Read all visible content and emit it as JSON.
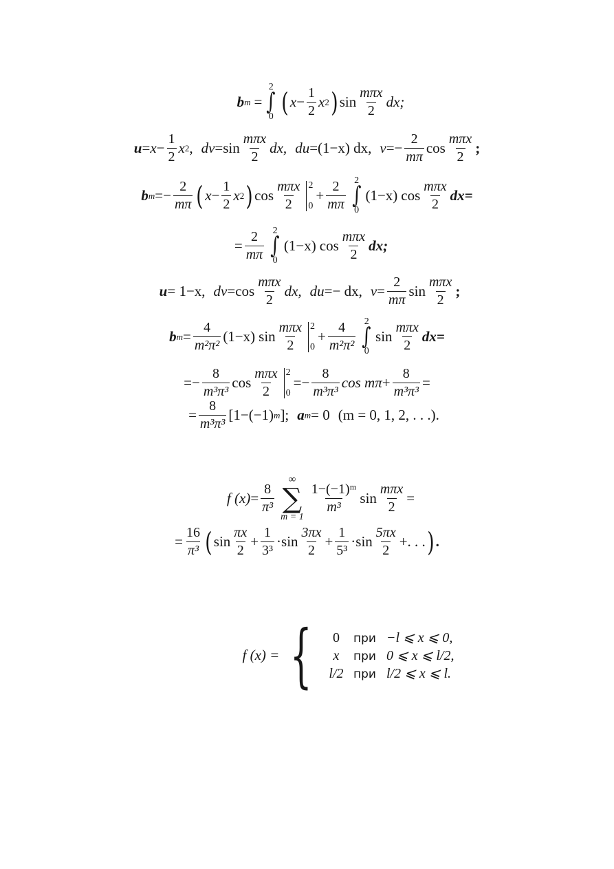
{
  "eq1": {
    "lhs": "b",
    "lhs_sub": "m",
    "eq": "=",
    "int_upper": "2",
    "int_lower": "0",
    "x1": "x",
    "minus": "−",
    "half_num": "1",
    "half_den": "2",
    "x2": "x",
    "x2_sup": "2",
    "sin": "sin",
    "frac_num": "mπx",
    "frac_den": "2",
    "dx": "dx;"
  },
  "eq2": {
    "u": "u",
    "eq": "=",
    "x": "x",
    "minus": "−",
    "half_num": "1",
    "half_den": "2",
    "x2": "x",
    "x2_sup": "2",
    "comma": ",",
    "dv": "dv",
    "sin": "sin",
    "frac1_num": "mπx",
    "frac1_den": "2",
    "dx": "dx,",
    "du": "du",
    "du_rhs": "(1−x) dx,",
    "vv": "v",
    "v_eq": "=−",
    "frac2_num": "2",
    "frac2_den": "mπ",
    "cos": "cos",
    "frac3_num": "mπx",
    "frac3_den": "2",
    "end": ";"
  },
  "eq3": {
    "lhs": "b",
    "lhs_sub": "m",
    "eq": "=−",
    "frac1_num": "2",
    "frac1_den": "mπ",
    "x": "x",
    "minus": "−",
    "half_num": "1",
    "half_den": "2",
    "x2": "x",
    "x2_sup": "2",
    "cos1": "cos",
    "frac2_num": "mπx",
    "frac2_den": "2",
    "subst_hi": "2",
    "subst_lo": "0",
    "plus": "+",
    "frac3_num": "2",
    "frac3_den": "mπ",
    "int_upper": "2",
    "int_lower": "0",
    "paren_expr": "(1−x)",
    "cos2": "cos",
    "frac4_num": "mπx",
    "frac4_den": "2",
    "dx": "dx="
  },
  "eq4": {
    "eq": "=",
    "frac1_num": "2",
    "frac1_den": "mπ",
    "int_upper": "2",
    "int_lower": "0",
    "paren_expr": "(1−x)",
    "cos": "cos",
    "frac2_num": "mπx",
    "frac2_den": "2",
    "dx": "dx;"
  },
  "eq5": {
    "u": "u",
    "u_rhs": "= 1−x,",
    "dv": "dv",
    "dv_eq": "=cos",
    "frac1_num": "mπx",
    "frac1_den": "2",
    "dx": "dx,",
    "du": "du",
    "du_rhs": "=− dx,",
    "vv": "v",
    "v_eq": "=",
    "frac2_num": "2",
    "frac2_den": "mπ",
    "sin": "sin",
    "frac3_num": "mπx",
    "frac3_den": "2",
    "end": ";"
  },
  "eq6": {
    "lhs": "b",
    "lhs_sub": "m",
    "eq": "=",
    "frac1_num": "4",
    "frac1_den": "m²π²",
    "paren_expr": "(1−x)",
    "sin1": "sin",
    "frac2_num": "mπx",
    "frac2_den": "2",
    "subst_hi": "2",
    "subst_lo": "0",
    "plus": "+",
    "frac3_num": "4",
    "frac3_den": "m²π²",
    "int_upper": "2",
    "int_lower": "0",
    "sin2": "sin",
    "frac4_num": "mπx",
    "frac4_den": "2",
    "dx": "dx="
  },
  "eq7": {
    "eq": "=−",
    "frac1_num": "8",
    "frac1_den": "m³π³",
    "cos1": "cos",
    "frac2_num": "mπx",
    "frac2_den": "2",
    "subst_hi": "2",
    "subst_lo": "0",
    "eq2": "=−",
    "frac3_num": "8",
    "frac3_den": "m³π³",
    "cos2": "cos mπ",
    "plus": "+",
    "frac4_num": "8",
    "frac4_den": "m³π³",
    "end": "="
  },
  "eq8": {
    "eq": "=",
    "frac1_num": "8",
    "frac1_den": "m³π³",
    "bracket": "[1−(−1)",
    "bracket_sup": "m",
    "bracket_end": "];",
    "am": "a",
    "am_sub": "m",
    "am_rhs": "= 0",
    "range": "(m = 0,  1,  2,  . . .)."
  },
  "eq9": {
    "lhs": "f (x)",
    "eq": "=",
    "frac1_num": "8",
    "frac1_den": "π³",
    "sum_upper": "∞",
    "sum_sym": "∑",
    "sum_lower": "m = 1",
    "frac2_num": "1−(−1)ᵐ",
    "frac2_den": "m³",
    "sin": "sin",
    "frac3_num": "mπx",
    "frac3_den": "2",
    "end": "="
  },
  "eq10": {
    "eq": "=",
    "frac1_num": "16",
    "frac1_den": "π³",
    "sin1": "sin",
    "frac2_num": "πx",
    "frac2_den": "2",
    "plus1": "+",
    "frac3_num": "1",
    "frac3_den": "3³",
    "dot1": "·sin",
    "frac4_num": "3πx",
    "frac4_den": "2",
    "plus2": "+",
    "frac5_num": "1",
    "frac5_den": "5³",
    "dot2": "·sin",
    "frac6_num": "5πx",
    "frac6_den": "2",
    "tail": "+. . .",
    "end": "."
  },
  "eq11": {
    "lhs": "f (x) =",
    "cases": [
      {
        "value": "0",
        "word": "при",
        "cond": "−l ⩽ x ⩽ 0,"
      },
      {
        "value": "x",
        "word": "при",
        "cond": "0 ⩽ x ⩽ l/2,"
      },
      {
        "value": "l/2",
        "word": "при",
        "cond": "l/2 ⩽ x ⩽ l."
      }
    ]
  }
}
